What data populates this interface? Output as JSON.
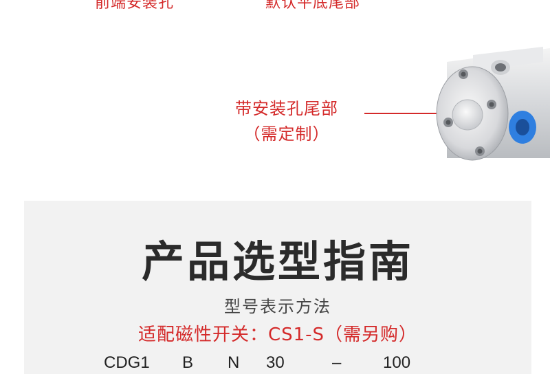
{
  "labels": {
    "top_left": "前端安装孔",
    "top_mid": "默认平底尾部",
    "callout_line1": "带安装孔尾部",
    "callout_line2": "（需定制）"
  },
  "guide": {
    "title": "产品选型指南",
    "subtitle": "型号表示方法",
    "switch_note": "适配磁性开关：CS1-S（需另购）",
    "model_codes": [
      "CDG1",
      "B",
      "N",
      "30",
      "–",
      "100"
    ]
  },
  "colors": {
    "accent_red": "#d42a2a",
    "panel_bg": "#f2f2f2",
    "title_text": "#2b2b2b",
    "fitting_blue": "#2f7fe0"
  }
}
